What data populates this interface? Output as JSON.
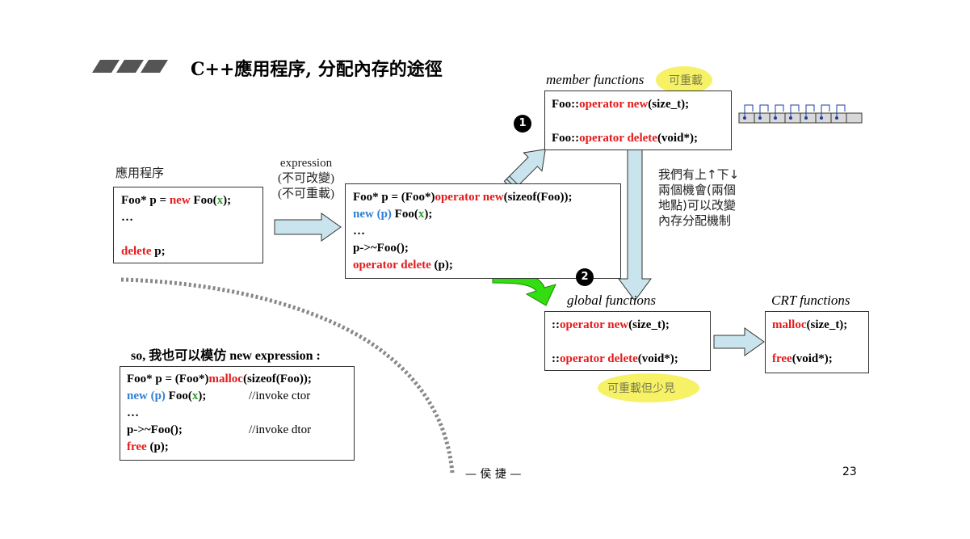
{
  "title": "C++應用程序, 分配內存的途徑",
  "app_label": "應用程序",
  "expression_note": {
    "line1": "expression",
    "line2": "(不可改變)",
    "line3": "(不可重載)"
  },
  "app_box": {
    "l1_a": "Foo* p = ",
    "l1_new": "new",
    "l1_b": " Foo(",
    "l1_x": "x",
    "l1_c": ");",
    "l2": "…",
    "l3_del": "delete",
    "l3_b": " p;"
  },
  "expr_box": {
    "l1_a": "Foo* p = (Foo*)",
    "l1_op": "operator new",
    "l1_b": "(sizeof(Foo));",
    "l2_new": "new (p)",
    "l2_b": " Foo(",
    "l2_x": "x",
    "l2_c": ");",
    "l3": "…",
    "l4": "p->~Foo();",
    "l5_op": "operator delete",
    "l5_b": " (p);"
  },
  "member": {
    "label": "member functions",
    "overload": "可重載",
    "l1_a": "Foo::",
    "l1_op": "operator new",
    "l1_b": "(size_t);",
    "l2_a": "Foo::",
    "l2_op": "operator delete",
    "l2_b": "(void*);"
  },
  "global": {
    "label": "global functions",
    "l1_a": "::",
    "l1_op": "operator new",
    "l1_b": "(size_t);",
    "l2_a": "::",
    "l2_op": "operator delete",
    "l2_b": "(void*);",
    "note": "可重載但少見"
  },
  "crt": {
    "label": "CRT functions",
    "l1_fn": "malloc",
    "l1_b": "(size_t);",
    "l2_fn": "free",
    "l2_b": "(void*);"
  },
  "chance_note": {
    "line1": "我們有上↑下↓",
    "line2": "兩個機會(兩個",
    "line3": "地點)可以改變",
    "line4": "內存分配機制"
  },
  "mimic": {
    "heading": "so, 我也可以模仿 new expression :",
    "l1_a": "Foo* p = (Foo*)",
    "l1_fn": "malloc",
    "l1_b": "(sizeof(Foo));",
    "l2_new": "new (p)",
    "l2_b": " Foo(",
    "l2_x": "x",
    "l2_c": ");",
    "l2_cmt": "//invoke ctor",
    "l3": "…",
    "l4": "p->~Foo();",
    "l4_cmt": "//invoke dtor",
    "l5_fn": "free",
    "l5_b": " (p);"
  },
  "markers": {
    "one": "1",
    "two": "2"
  },
  "author": "— 侯 捷 —",
  "page_number": "23",
  "colors": {
    "keyword_red": "#e31b1b",
    "keyword_blue": "#2f7fd6",
    "arg_green": "#2a9d2a",
    "arrow_fill": "#c9e4ec",
    "green_arrow": "#33dd11",
    "highlight": "#f4ef4a"
  }
}
